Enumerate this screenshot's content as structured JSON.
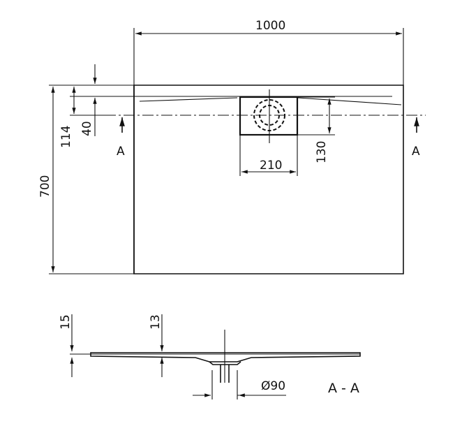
{
  "drawing": {
    "top_view": {
      "width_label": "1000",
      "height_label": "700",
      "offset_114_label": "114",
      "offset_40_label": "40",
      "drain_width_label": "210",
      "drain_depth_label": "130",
      "section_marker_left": "A",
      "section_marker_right": "A"
    },
    "section_view": {
      "thickness_15_label": "15",
      "thickness_13_label": "13",
      "drain_diameter_label": "Ø90",
      "section_title": "A - A"
    }
  },
  "colors": {
    "ink": "#111111",
    "background": "#ffffff"
  }
}
